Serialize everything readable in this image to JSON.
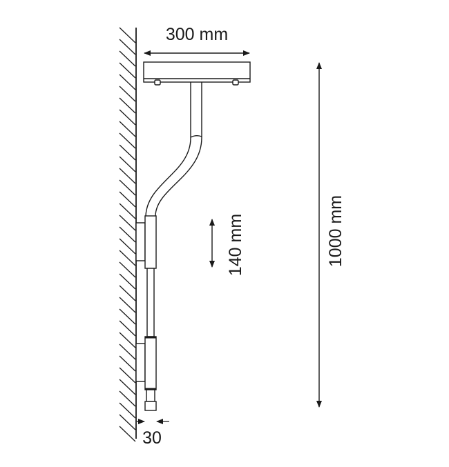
{
  "dimensions": {
    "width_label": "300 mm",
    "height_label": "1000 mm",
    "segment_label": "140 mm",
    "offset_label": "30"
  },
  "colors": {
    "line": "#1a1a1a",
    "background": "#ffffff"
  }
}
